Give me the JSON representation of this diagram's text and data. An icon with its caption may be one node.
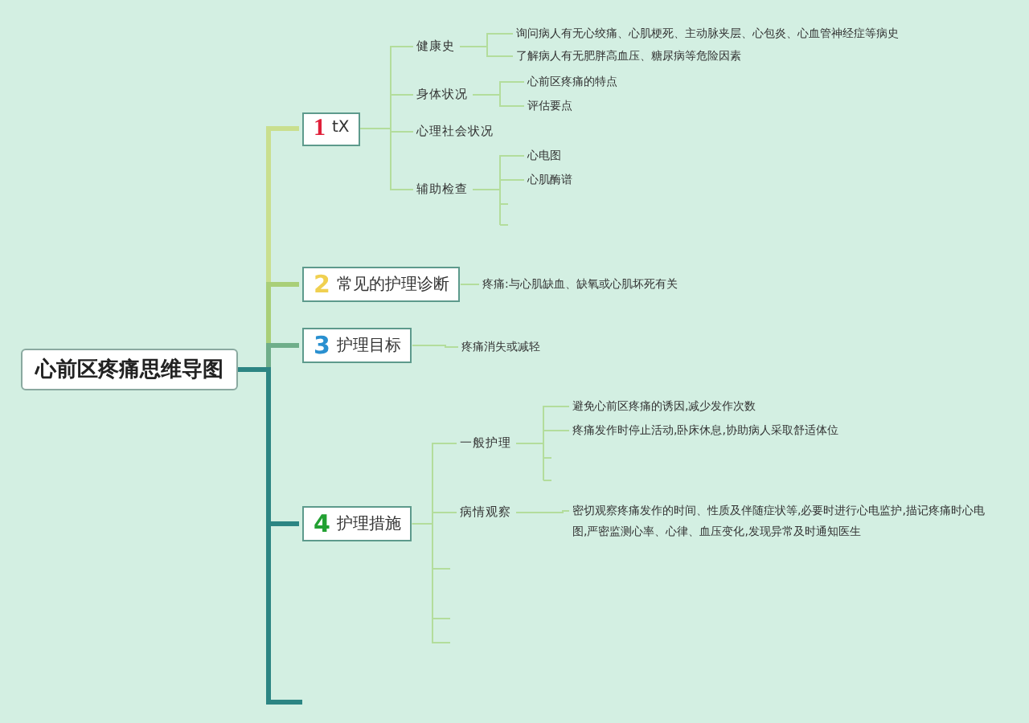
{
  "diagram": {
    "nodes": [
      {
        "text": [
          "心前区疼痛思维导图"
        ]
      },
      {
        "text": [
          "1",
          "tX"
        ]
      },
      {
        "text": [
          "健康史"
        ]
      },
      {
        "text": [
          "询问病人有无心绞痛、心肌梗死、主动脉夹层、心包炎、心血管神经症等病史"
        ]
      },
      {
        "text": [
          "了解病人有无肥胖高血压、糖尿病等危险因素"
        ]
      },
      {
        "text": [
          "身体状况"
        ]
      },
      {
        "text": [
          "心前区疼痛的特点"
        ]
      },
      {
        "text": [
          "评估要点"
        ]
      },
      {
        "text": [
          "心理社会状况"
        ]
      },
      {
        "text": [
          "辅助检查"
        ]
      },
      {
        "text": [
          "心电图"
        ]
      },
      {
        "text": [
          "心肌酶谱"
        ]
      },
      {
        "text": [
          "2",
          "常见的护理诊断"
        ]
      },
      {
        "text": [
          "疼痛:与心肌缺血、缺氧或心肌坏死有关"
        ]
      },
      {
        "text": [
          "3",
          "护理目标"
        ]
      },
      {
        "text": [
          "疼痛消失或减轻"
        ]
      },
      {
        "text": [
          "4",
          "护理措施"
        ]
      },
      {
        "text": [
          "一般护理"
        ]
      },
      {
        "text": [
          "避免心前区疼痛的诱因,减少发作次数"
        ]
      },
      {
        "text": [
          "疼痛发作时停止活动,卧床休息,协助病人采取舒适体位"
        ]
      },
      {
        "text": [
          "病情观察"
        ]
      },
      {
        "text": [
          "密切观察疼痛发作的时间、性质及伴随症状等,必要时进行心电监护,描记疼痛时心电图,严密监测心率、心律、血压变化,发现异常及时通知医生"
        ]
      }
    ],
    "edges": [
      {
        "from": 0,
        "to": 1,
        "arrow": "none",
        "style": "thick",
        "color": "#c9df8e"
      },
      {
        "from": 0,
        "to": 12,
        "arrow": "none",
        "style": "thick",
        "color": "#a9cf78"
      },
      {
        "from": 0,
        "to": 14,
        "arrow": "none",
        "style": "thick",
        "color": "#6fae8a"
      },
      {
        "from": 0,
        "to": 16,
        "arrow": "none",
        "style": "thick",
        "color": "#2c8583"
      },
      {
        "from": 0,
        "to": null,
        "arrow": "none",
        "style": "thick",
        "color": "#2c8583"
      },
      {
        "from": 1,
        "to": 2,
        "arrow": "none"
      },
      {
        "from": 1,
        "to": 5,
        "arrow": "none"
      },
      {
        "from": 1,
        "to": 8,
        "arrow": "none"
      },
      {
        "from": 1,
        "to": 9,
        "arrow": "none"
      },
      {
        "from": 2,
        "to": 3,
        "arrow": "none"
      },
      {
        "from": 2,
        "to": 4,
        "arrow": "none"
      },
      {
        "from": 5,
        "to": 6,
        "arrow": "none"
      },
      {
        "from": 5,
        "to": 7,
        "arrow": "none"
      },
      {
        "from": 9,
        "to": 10,
        "arrow": "none"
      },
      {
        "from": 9,
        "to": 11,
        "arrow": "none"
      },
      {
        "from": 12,
        "to": 13,
        "arrow": "none"
      },
      {
        "from": 14,
        "to": 15,
        "arrow": "none"
      },
      {
        "from": 16,
        "to": 17,
        "arrow": "none"
      },
      {
        "from": 16,
        "to": 20,
        "arrow": "none"
      },
      {
        "from": 16,
        "to": null,
        "arrow": "none"
      },
      {
        "from": 16,
        "to": null,
        "arrow": "none"
      },
      {
        "from": 16,
        "to": null,
        "arrow": "none"
      },
      {
        "from": 17,
        "to": 18,
        "arrow": "none"
      },
      {
        "from": 17,
        "to": 19,
        "arrow": "none"
      },
      {
        "from": 20,
        "to": 21,
        "arrow": "none"
      }
    ]
  }
}
